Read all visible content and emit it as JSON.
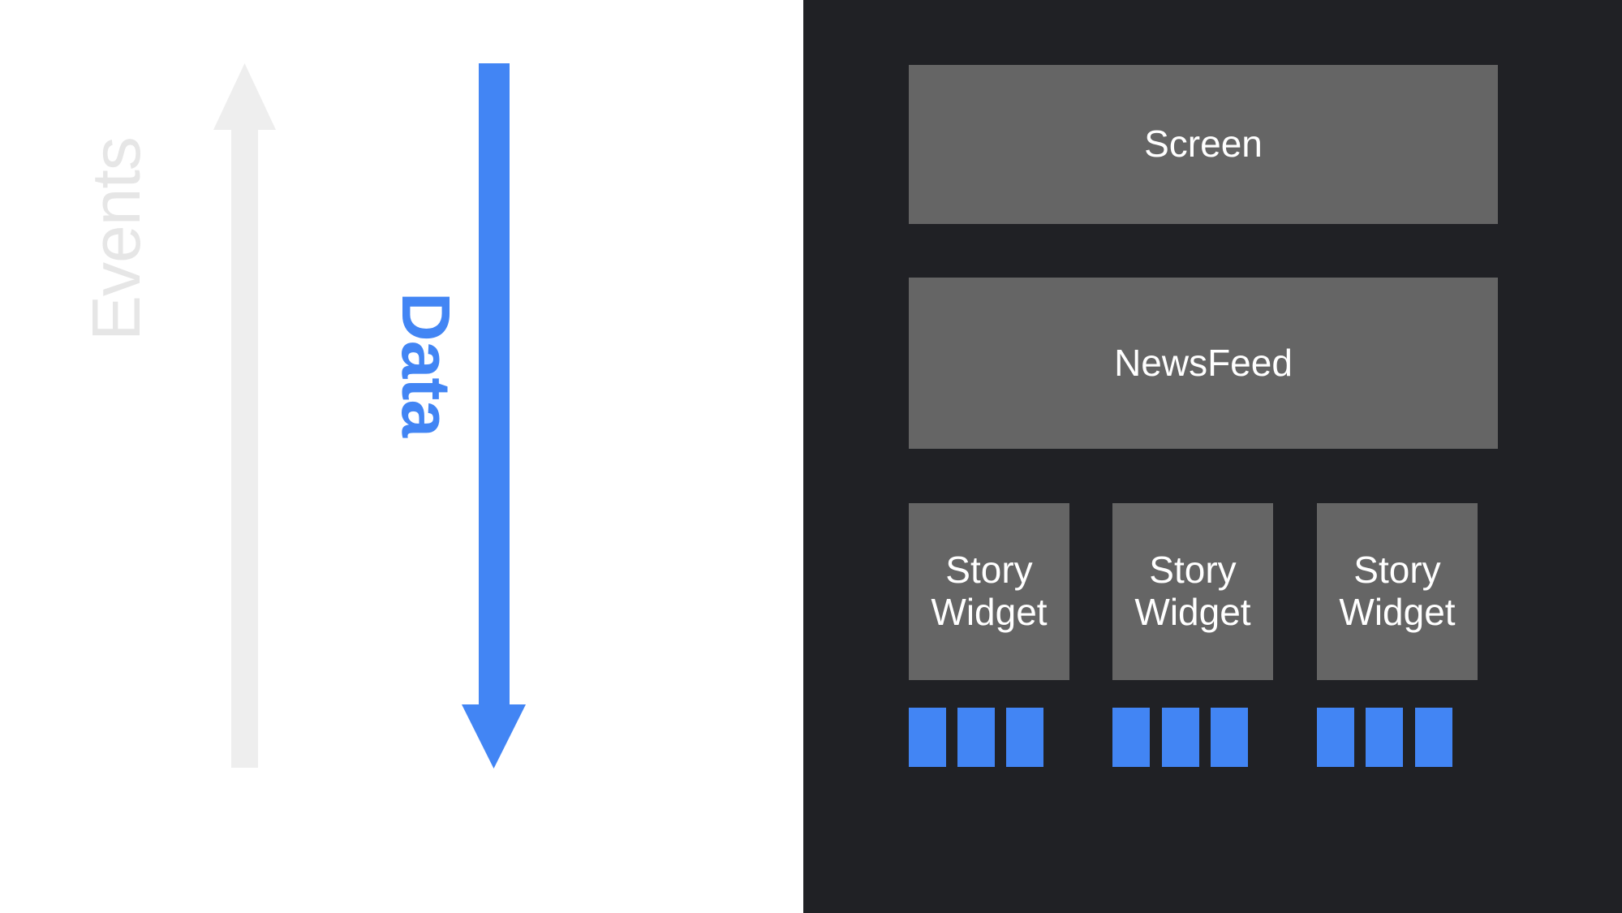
{
  "diagram": {
    "title": "Unidirectional data flow diagram",
    "colors": {
      "background_light": "#ffffff",
      "background_dark": "#202125",
      "component_gray": "#656565",
      "accent_blue": "#4285f4",
      "events_gray": "#e6e6e6",
      "text_white": "#ffffff"
    },
    "flows": [
      {
        "name": "events-flow",
        "label": "Events",
        "direction": "up",
        "color": "#e6e6e6"
      },
      {
        "name": "data-flow",
        "label": "Data",
        "direction": "down",
        "color": "#4285f4"
      }
    ],
    "tree": {
      "root": {
        "label": "Screen"
      },
      "child": {
        "label": "NewsFeed"
      },
      "leaves": [
        {
          "label": "Story\nWidget",
          "line1": "Story",
          "line2": "Widget",
          "chips": 3
        },
        {
          "label": "Story\nWidget",
          "line1": "Story",
          "line2": "Widget",
          "chips": 3
        },
        {
          "label": "Story\nWidget",
          "line1": "Story",
          "line2": "Widget",
          "chips": 3
        }
      ]
    }
  }
}
